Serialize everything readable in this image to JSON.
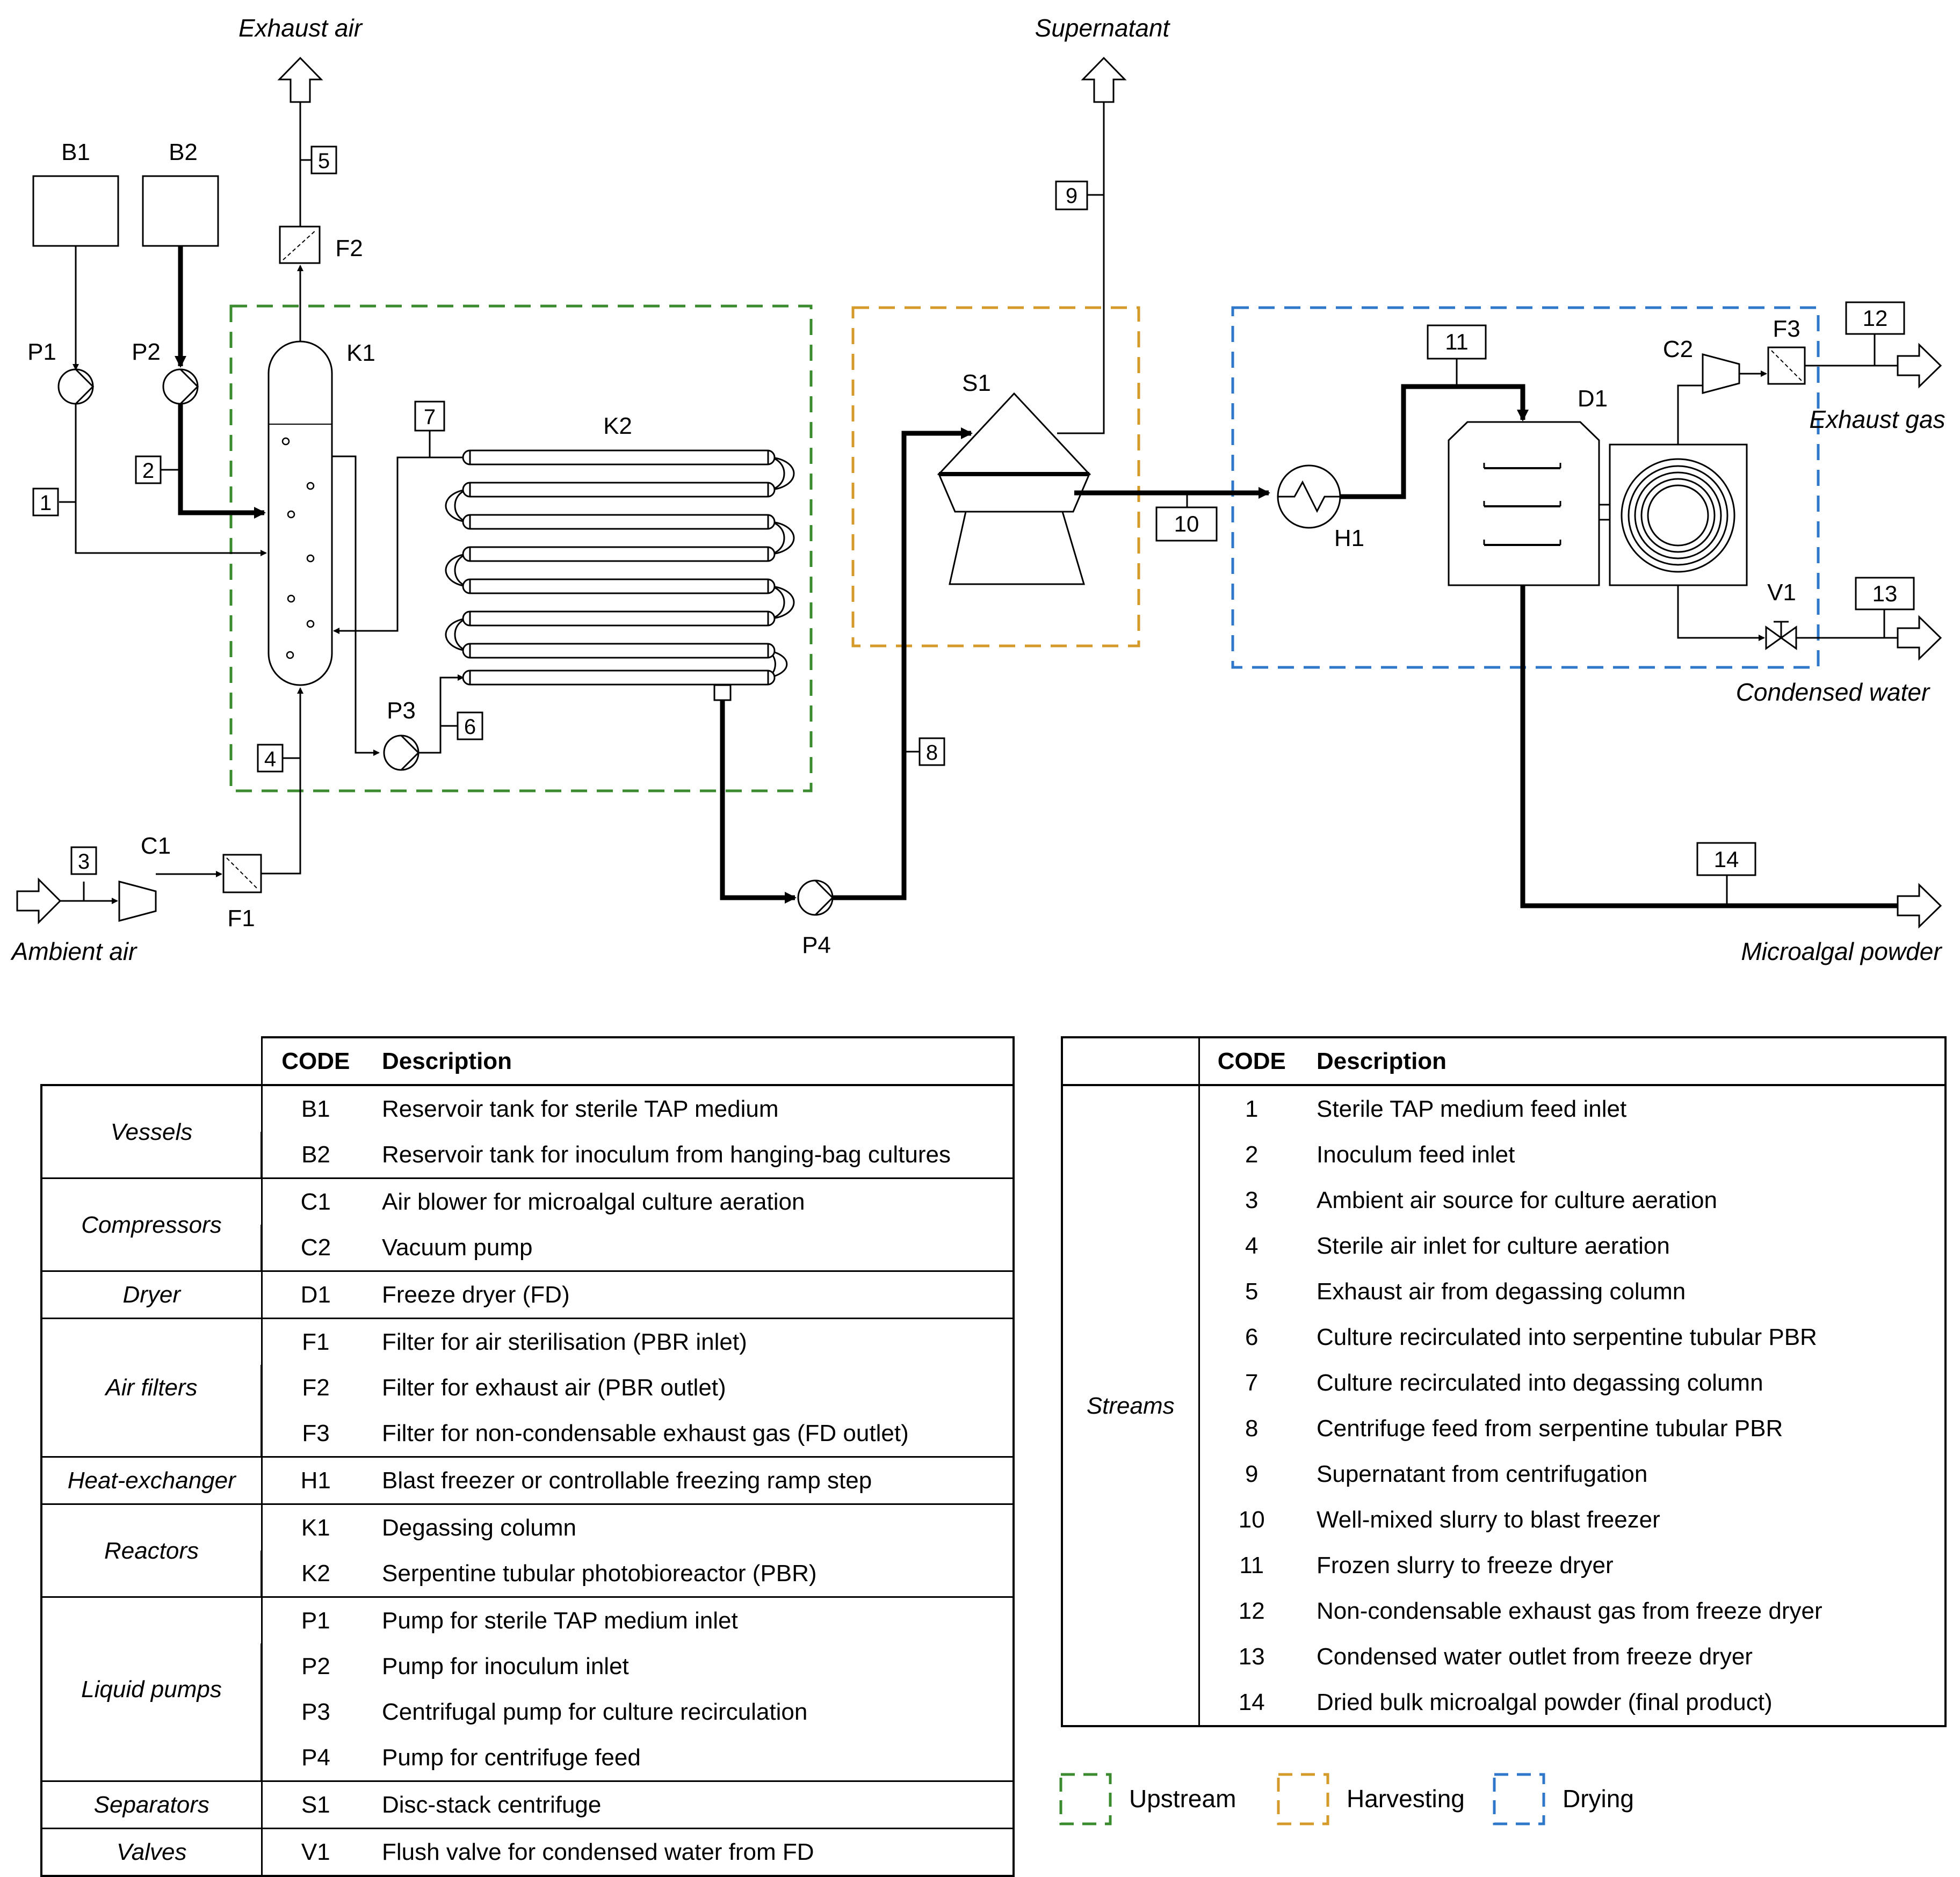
{
  "diagram": {
    "io_labels": {
      "exhaust_air": "Exhaust air",
      "supernatant": "Supernatant",
      "exhaust_gas": "Exhaust gas",
      "condensed_water": "Condensed water",
      "ambient_air": "Ambient air",
      "microalgal_powder": "Microalgal powder"
    },
    "equipment_tags": {
      "B1": "B1",
      "B2": "B2",
      "P1": "P1",
      "P2": "P2",
      "P3": "P3",
      "P4": "P4",
      "K1": "K1",
      "K2": "K2",
      "F1": "F1",
      "F2": "F2",
      "F3": "F3",
      "C1": "C1",
      "C2": "C2",
      "S1": "S1",
      "H1": "H1",
      "D1": "D1",
      "V1": "V1"
    },
    "stream_numbers": [
      "1",
      "2",
      "3",
      "4",
      "5",
      "6",
      "7",
      "8",
      "9",
      "10",
      "11",
      "12",
      "13",
      "14"
    ],
    "zone_colors": {
      "upstream": "#3a8a2e",
      "harvesting": "#d49a2a",
      "drying": "#2f77c9"
    }
  },
  "equipment_table": {
    "headers": {
      "code": "CODE",
      "description": "Description"
    },
    "groups": [
      {
        "category": "Vessels",
        "rows": [
          {
            "code": "B1",
            "description": "Reservoir tank for sterile TAP medium"
          },
          {
            "code": "B2",
            "description": "Reservoir tank for inoculum from hanging-bag cultures"
          }
        ]
      },
      {
        "category": "Compressors",
        "rows": [
          {
            "code": "C1",
            "description": "Air blower for microalgal culture aeration"
          },
          {
            "code": "C2",
            "description": "Vacuum pump"
          }
        ]
      },
      {
        "category": "Dryer",
        "rows": [
          {
            "code": "D1",
            "description": "Freeze dryer (FD)"
          }
        ]
      },
      {
        "category": "Air filters",
        "rows": [
          {
            "code": "F1",
            "description": "Filter for air sterilisation (PBR inlet)"
          },
          {
            "code": "F2",
            "description": "Filter for exhaust air (PBR outlet)"
          },
          {
            "code": "F3",
            "description": "Filter for non-condensable exhaust gas (FD outlet)"
          }
        ]
      },
      {
        "category": "Heat-exchanger",
        "rows": [
          {
            "code": "H1",
            "description": "Blast freezer or controllable freezing ramp step"
          }
        ]
      },
      {
        "category": "Reactors",
        "rows": [
          {
            "code": "K1",
            "description": "Degassing column"
          },
          {
            "code": "K2",
            "description": "Serpentine tubular photobioreactor (PBR)"
          }
        ]
      },
      {
        "category": "Liquid pumps",
        "rows": [
          {
            "code": "P1",
            "description": "Pump for sterile TAP medium inlet"
          },
          {
            "code": "P2",
            "description": "Pump for inoculum inlet"
          },
          {
            "code": "P3",
            "description": "Centrifugal pump for culture recirculation"
          },
          {
            "code": "P4",
            "description": "Pump for centrifuge feed"
          }
        ]
      },
      {
        "category": "Separators",
        "rows": [
          {
            "code": "S1",
            "description": "Disc-stack centrifuge"
          }
        ]
      },
      {
        "category": "Valves",
        "rows": [
          {
            "code": "V1",
            "description": "Flush valve for condensed water from FD"
          }
        ]
      }
    ]
  },
  "streams_table": {
    "headers": {
      "code": "CODE",
      "description": "Description"
    },
    "category": "Streams",
    "rows": [
      {
        "code": "1",
        "description": "Sterile TAP medium feed inlet"
      },
      {
        "code": "2",
        "description": "Inoculum feed inlet"
      },
      {
        "code": "3",
        "description": "Ambient air source for culture aeration"
      },
      {
        "code": "4",
        "description": "Sterile air inlet for culture aeration"
      },
      {
        "code": "5",
        "description": "Exhaust air from degassing column"
      },
      {
        "code": "6",
        "description": "Culture recirculated into serpentine tubular PBR"
      },
      {
        "code": "7",
        "description": "Culture recirculated into degassing column"
      },
      {
        "code": "8",
        "description": "Centrifuge feed from serpentine tubular PBR"
      },
      {
        "code": "9",
        "description": "Supernatant from centrifugation"
      },
      {
        "code": "10",
        "description": "Well-mixed slurry to blast freezer"
      },
      {
        "code": "11",
        "description": "Frozen slurry to freeze dryer"
      },
      {
        "code": "12",
        "description": "Non-condensable exhaust gas from freeze dryer"
      },
      {
        "code": "13",
        "description": "Condensed water outlet from freeze dryer"
      },
      {
        "code": "14",
        "description": "Dried bulk microalgal powder (final product)"
      }
    ]
  },
  "legend": [
    {
      "label": "Upstream",
      "color": "#3a8a2e"
    },
    {
      "label": "Harvesting",
      "color": "#d49a2a"
    },
    {
      "label": "Drying",
      "color": "#2f77c9"
    }
  ]
}
